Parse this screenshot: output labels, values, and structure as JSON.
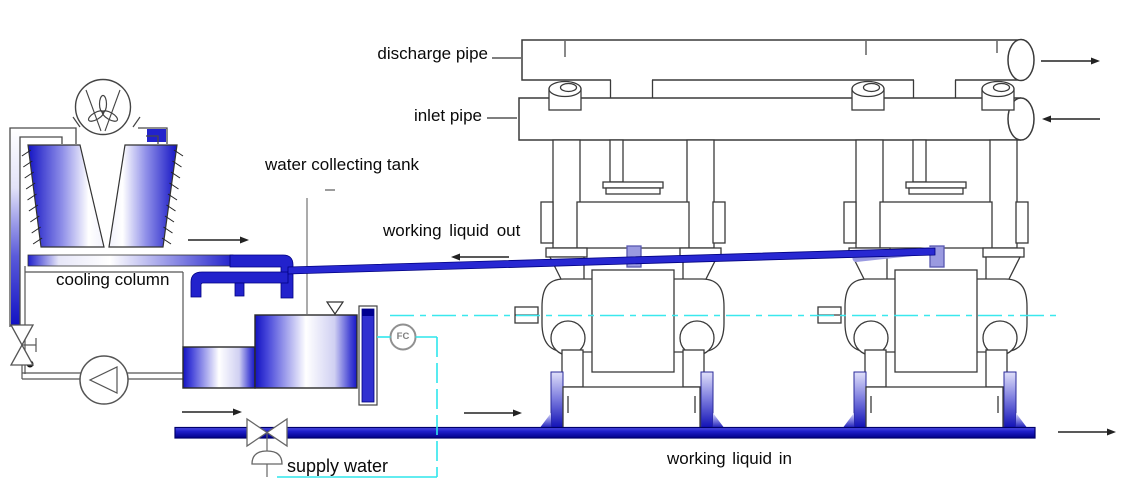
{
  "labels": {
    "discharge_pipe": "discharge pipe",
    "inlet_pipe": "inlet pipe",
    "water_collecting_tank": "water collecting tank",
    "working_liquid_out": "working liquid out",
    "cooling_column": "cooling column",
    "supply_water": "supply water",
    "working_liquid_in": "working liquid in",
    "flow_controller": "FC"
  },
  "colors": {
    "pipe_blue": "#2222cc",
    "pipe_navy": "#000080",
    "pipe_lavender": "#9a9ae0",
    "control_line_cyan": "#2ee6ec",
    "drawing_line": "#3a3a3a",
    "label_text": "#0a0a0a",
    "background": "#ffffff"
  },
  "components": [
    "cooling-fan",
    "cooling-column",
    "collecting-basin",
    "shutoff-valve",
    "circulation-pump",
    "water-collecting-tank",
    "level-indicator",
    "overflow-standpipe",
    "flow-controller",
    "supply-control-valve",
    "supply-water-pipe",
    "discharge-pipe",
    "inlet-pipe",
    "vacuum-pump-unit-1",
    "vacuum-pump-unit-2",
    "working-liquid-out-pipe",
    "working-liquid-in-manifold",
    "shaft-centerline",
    "flow-arrows"
  ]
}
